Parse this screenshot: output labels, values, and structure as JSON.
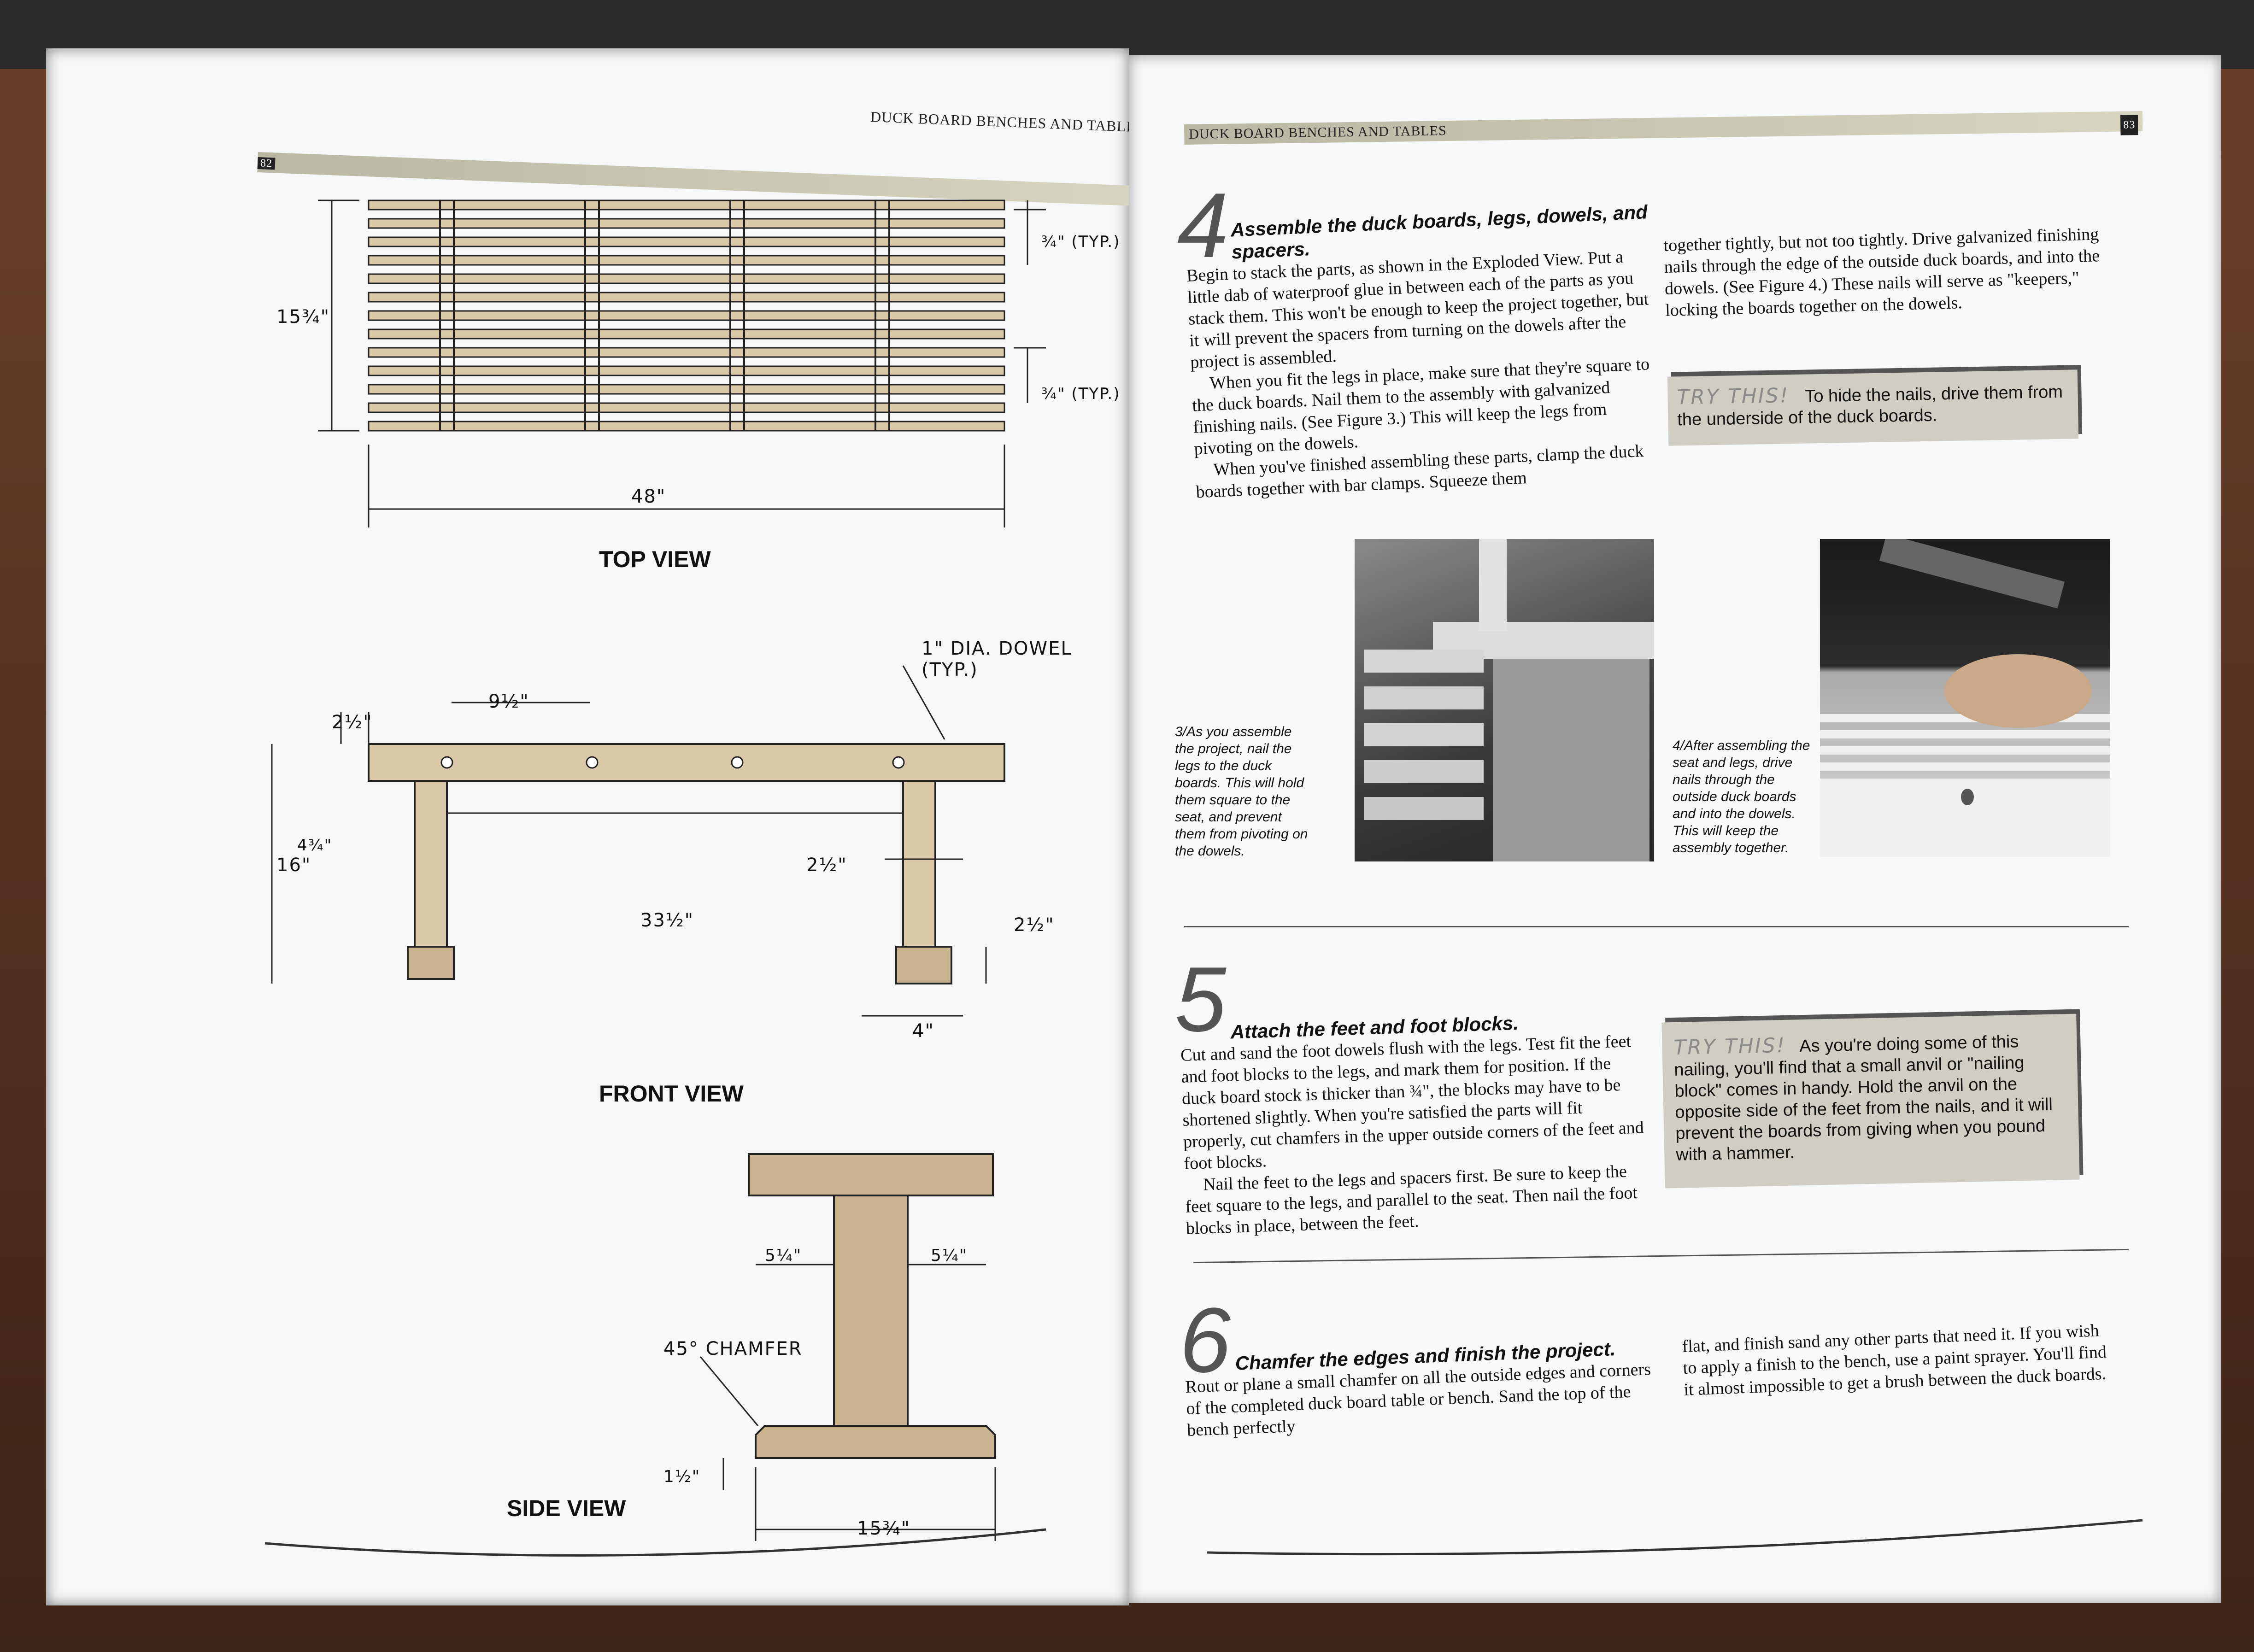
{
  "left_page": {
    "header": "DUCK BOARD BENCHES AND TABLES",
    "page_number": "82",
    "top_view": {
      "label": "TOP VIEW",
      "dim_width": "48\"",
      "dim_depth": "15¾\"",
      "dim_board": "¾\" (TYP.)",
      "dim_gap": "¾\" (TYP.)"
    },
    "front_view": {
      "label": "FRONT VIEW",
      "dowel_note": "1\" DIA. DOWEL (TYP.)",
      "dim_end": "2½\"",
      "dim_spacing": "9½\"",
      "dim_height": "16\"",
      "dim_leg_inset": "4¾\"",
      "dim_leg_width": "2½\"",
      "dim_between_legs": "33½\"",
      "dim_foot_height": "2½\"",
      "dim_foot_width": "4\""
    },
    "side_view": {
      "label": "SIDE VIEW",
      "chamfer_note": "45° CHAMFER",
      "dim_left": "5¼\"",
      "dim_right": "5¼\"",
      "dim_foot_thick": "1½\"",
      "dim_foot_length": "15¾\""
    }
  },
  "right_page": {
    "header": "DUCK BOARD BENCHES AND TABLES",
    "page_number": "83",
    "step4": {
      "number": "4",
      "heading": "Assemble the duck boards, legs, dowels, and spacers.",
      "p1": "Begin to stack the parts, as shown in the Exploded View. Put a little dab of waterproof glue in between each of the parts as you stack them. This won't be enough to keep the project together, but it will prevent the spacers from turning on the dowels after the project is assembled.",
      "p2": "When you fit the legs in place, make sure that they're square to the duck boards. Nail them to the assembly with galvanized finishing nails. (See Figure 3.) This will keep the legs from pivoting on the dowels.",
      "p3": "When you've finished assembling these parts, clamp the duck boards together with bar clamps. Squeeze them",
      "p4": "together tightly, but not too tightly. Drive galvanized finishing nails through the edge of the outside duck boards, and into the dowels. (See Figure 4.) These nails will serve as \"keepers,\" locking the boards together on the dowels."
    },
    "try1": {
      "label": "TRY THIS!",
      "text": "To hide the nails, drive them from the underside of the duck boards."
    },
    "fig3_caption": "3/As you assemble the project, nail the legs to the duck boards. This will hold them square to the seat, and prevent them from pivoting on the dowels.",
    "fig4_caption": "4/After assembling the seat and legs, drive nails through the outside duck boards and into the dowels. This will keep the assembly together.",
    "step5": {
      "number": "5",
      "heading": "Attach the feet and foot blocks.",
      "p1": "Cut and sand the foot dowels flush with the legs. Test fit the feet and foot blocks to the legs, and mark them for position. If the duck board stock is thicker than ¾\", the blocks may have to be shortened slightly. When you're satisfied the parts will fit properly, cut chamfers in the upper outside corners of the feet and foot blocks.",
      "p2": "Nail the feet to the legs and spacers first. Be sure to keep the feet square to the legs, and parallel to the seat. Then nail the foot blocks in place, between the feet."
    },
    "try2": {
      "label": "TRY THIS!",
      "text": "As you're doing some of this nailing, you'll find that a small anvil or \"nailing block\" comes in handy. Hold the anvil on the opposite side of the feet from the nails, and it will prevent the boards from giving when you pound with a hammer."
    },
    "step6": {
      "number": "6",
      "heading": "Chamfer the edges and finish the project.",
      "p1": "Rout or plane a small chamfer on all the outside edges and corners of the completed duck board table or bench. Sand the top of the bench perfectly",
      "p2": "flat, and finish sand any other parts that need it. If you wish to apply a finish to the bench, use a paint sprayer. You'll find it almost impossible to get a brush between the duck boards."
    }
  }
}
